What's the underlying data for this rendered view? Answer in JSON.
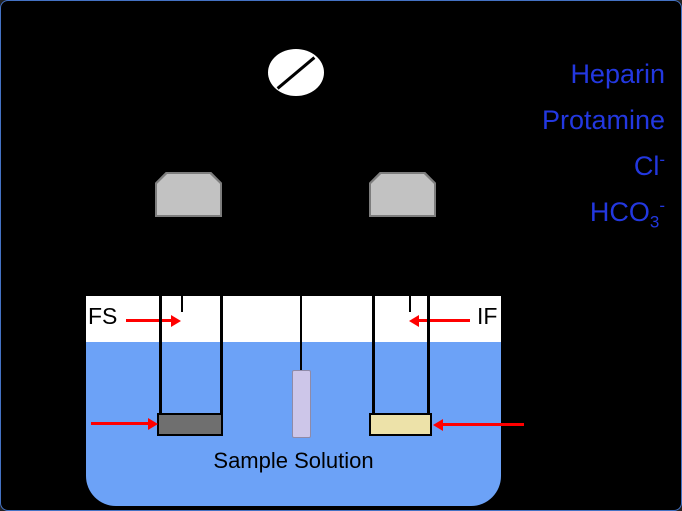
{
  "ions": {
    "heparin": "Heparin",
    "protamine": "Protamine",
    "chloride_base": "Cl",
    "chloride_sup": "-",
    "bicarbonate_base": "HCO",
    "bicarbonate_sub": "3",
    "bicarbonate_sup": "-"
  },
  "labels": {
    "fs": "FS",
    "if": "IF",
    "sample_solution": "Sample Solution"
  },
  "colors": {
    "background": "#000000",
    "frame_border": "#4472C4",
    "ion_text": "#2338E0",
    "solution_fill": "#6CA2F7",
    "rim_band": "#FFFFFF",
    "arrow_red": "#FF0000",
    "holder_gray": "#C2C2C2",
    "left_electrode_tip": "#6F6F6F",
    "right_electrode_tip": "#EDE2A9",
    "center_electrode": "#CDC6E9",
    "meter_fill": "#FFFFFF"
  }
}
